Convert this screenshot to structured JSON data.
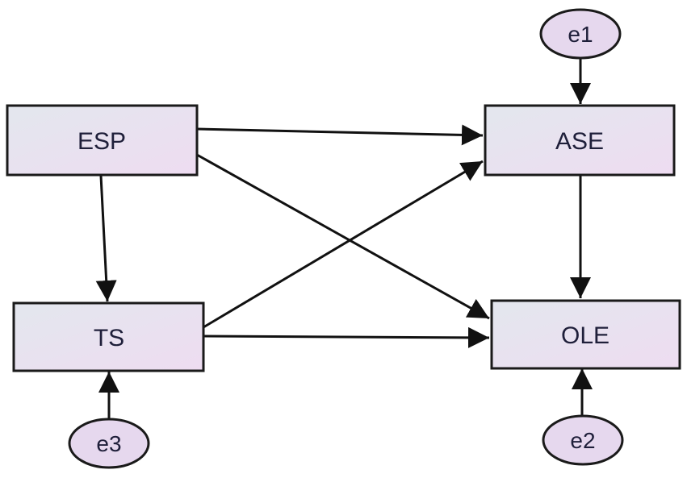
{
  "nodes": {
    "esp": "ESP",
    "ase": "ASE",
    "ts": "TS",
    "ole": "OLE",
    "e1": "e1",
    "e2": "e2",
    "e3": "e3"
  },
  "edges": [
    {
      "from": "ESP",
      "to": "ASE"
    },
    {
      "from": "ESP",
      "to": "OLE"
    },
    {
      "from": "ESP",
      "to": "TS"
    },
    {
      "from": "TS",
      "to": "ASE"
    },
    {
      "from": "TS",
      "to": "OLE"
    },
    {
      "from": "ASE",
      "to": "OLE"
    },
    {
      "from": "e1",
      "to": "ASE"
    },
    {
      "from": "e2",
      "to": "OLE"
    },
    {
      "from": "e3",
      "to": "TS"
    }
  ],
  "colors": {
    "fill_left": "#e3e7ee",
    "fill_right": "#eedcf1",
    "ellipse_fill": "#e6d8ee",
    "stroke": "#1a1a1a"
  }
}
